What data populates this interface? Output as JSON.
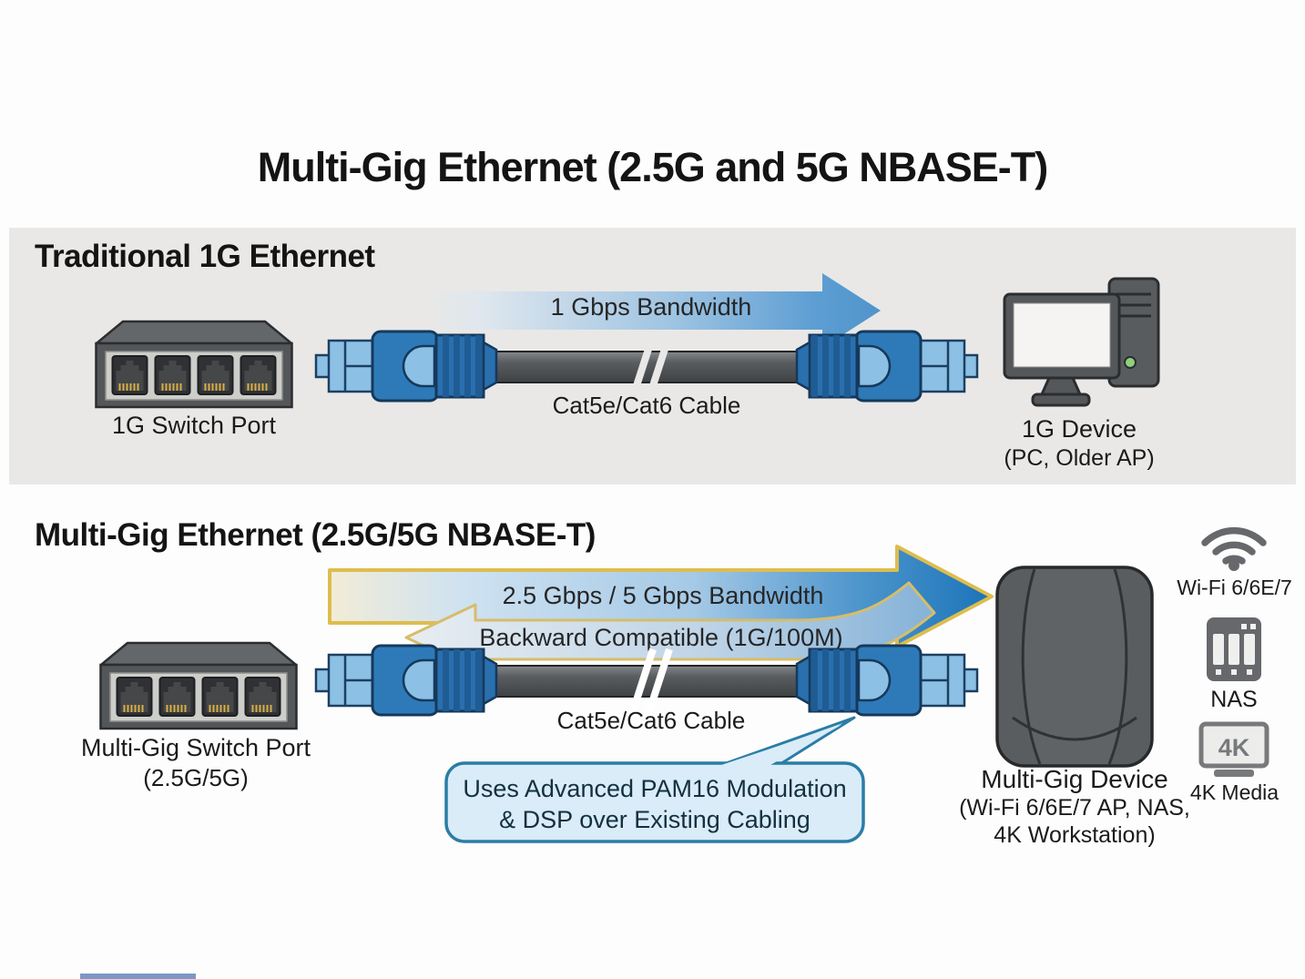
{
  "title": "Multi-Gig Ethernet (2.5G and 5G NBASE-T)",
  "section1": {
    "header": "Traditional 1G Ethernet",
    "switch_label": "1G Switch Port",
    "bandwidth_arrow_label": "1 Gbps Bandwidth",
    "cable_label": "Cat5e/Cat6 Cable",
    "device_label": "1G Device",
    "device_sublabel": "(PC, Older AP)"
  },
  "section2": {
    "header": "Multi-Gig Ethernet (2.5G/5G NBASE-T)",
    "switch_label": "Multi-Gig Switch Port",
    "switch_sublabel": "(2.5G/5G)",
    "forward_arrow_label": "2.5 Gbps / 5 Gbps Bandwidth",
    "backward_arrow_label": "Backward Compatible (1G/100M)",
    "cable_label": "Cat5e/Cat6 Cable",
    "callout": {
      "line1": "Uses Advanced PAM16 Modulation",
      "line2": "& DSP over Existing Cabling"
    },
    "device_label": "Multi-Gig Device",
    "device_sublabel_line1": "(Wi-Fi 6/6E/7 AP, NAS,",
    "device_sublabel_line2": "4K Workstation)",
    "peripherals": [
      {
        "icon": "wifi-icon",
        "label": "Wi-Fi 6/6E/7"
      },
      {
        "icon": "nas-icon",
        "label": "NAS"
      },
      {
        "icon": "4k-monitor-icon",
        "label": "4K Media",
        "badge": "4K"
      }
    ]
  },
  "colors": {
    "band_background": "#e9e8e6",
    "connector_blue": "#2e7ab8",
    "connector_blue_light": "#8cc0e4",
    "arrow_deep_blue": "#1b74b9",
    "arrow_gold_border": "#debd4e",
    "callout_fill": "#d9ecf8",
    "callout_border": "#2a7da6",
    "device_gray": "#5a5d60",
    "icon_gray": "#66686b",
    "led_green": "#8fd07a"
  }
}
